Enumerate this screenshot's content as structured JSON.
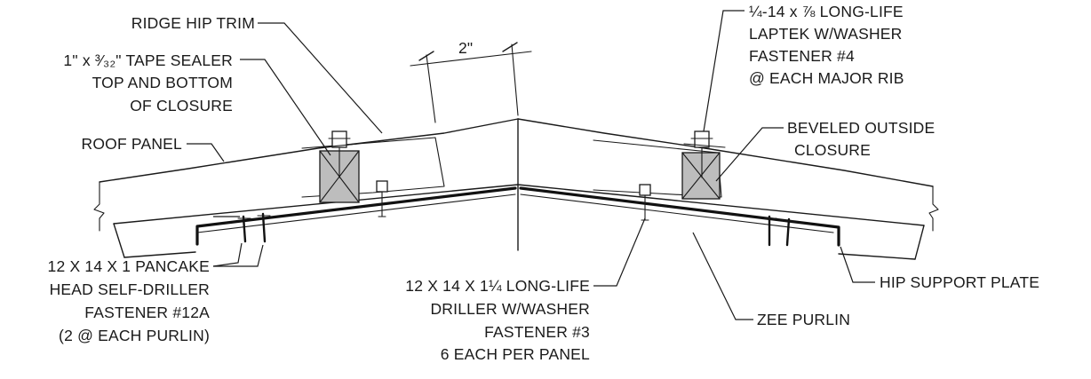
{
  "colors": {
    "line": "#1a1a1a",
    "closure_fill": "#bdbdbd",
    "background": "#ffffff"
  },
  "dimension": {
    "text": "2\""
  },
  "labels": {
    "ridge_hip_trim": [
      "RIDGE HIP TRIM"
    ],
    "tape_sealer": [
      "1\" x ³⁄₃₂\" TAPE SEALER",
      "TOP AND BOTTOM",
      "OF CLOSURE"
    ],
    "roof_panel": [
      "ROOF PANEL"
    ],
    "laptek_fastener": [
      "¼-14 x ⅞ LONG-LIFE",
      "LAPTEK W/WASHER",
      "FASTENER #4",
      "@ EACH MAJOR RIB"
    ],
    "beveled_closure": [
      "BEVELED OUTSIDE",
      "CLOSURE"
    ],
    "pancake_fastener": [
      "12 X 14 X 1 PANCAKE",
      "HEAD SELF-DRILLER",
      "FASTENER #12A",
      "(2 @ EACH PURLIN)"
    ],
    "driller_fastener": [
      "12 X 14 X 1¼ LONG-LIFE",
      "DRILLER W/WASHER",
      "FASTENER #3",
      "6 EACH PER PANEL"
    ],
    "hip_support_plate": [
      "HIP SUPPORT PLATE"
    ],
    "zee_purlin": [
      "ZEE PURLIN"
    ]
  }
}
